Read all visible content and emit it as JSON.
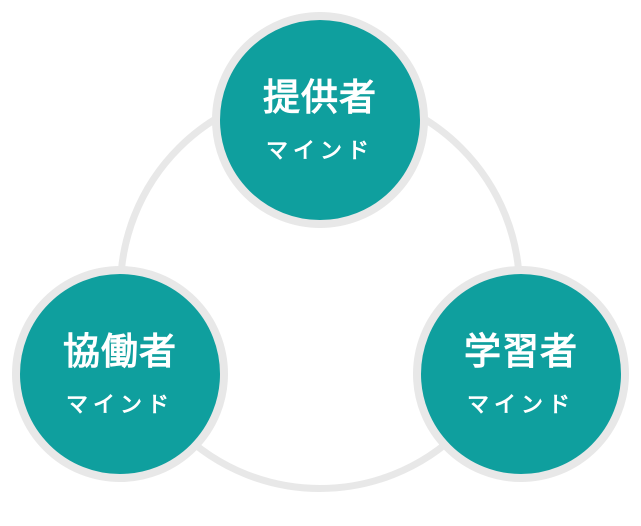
{
  "nodes": {
    "top": {
      "title": "提供者",
      "subtitle": "マインド"
    },
    "left": {
      "title": "協働者",
      "subtitle": "マインド"
    },
    "right": {
      "title": "学習者",
      "subtitle": "マインド"
    }
  },
  "colors": {
    "node_fill": "#0f9f9e",
    "ring": "#e8e8e8",
    "text": "#ffffff"
  }
}
